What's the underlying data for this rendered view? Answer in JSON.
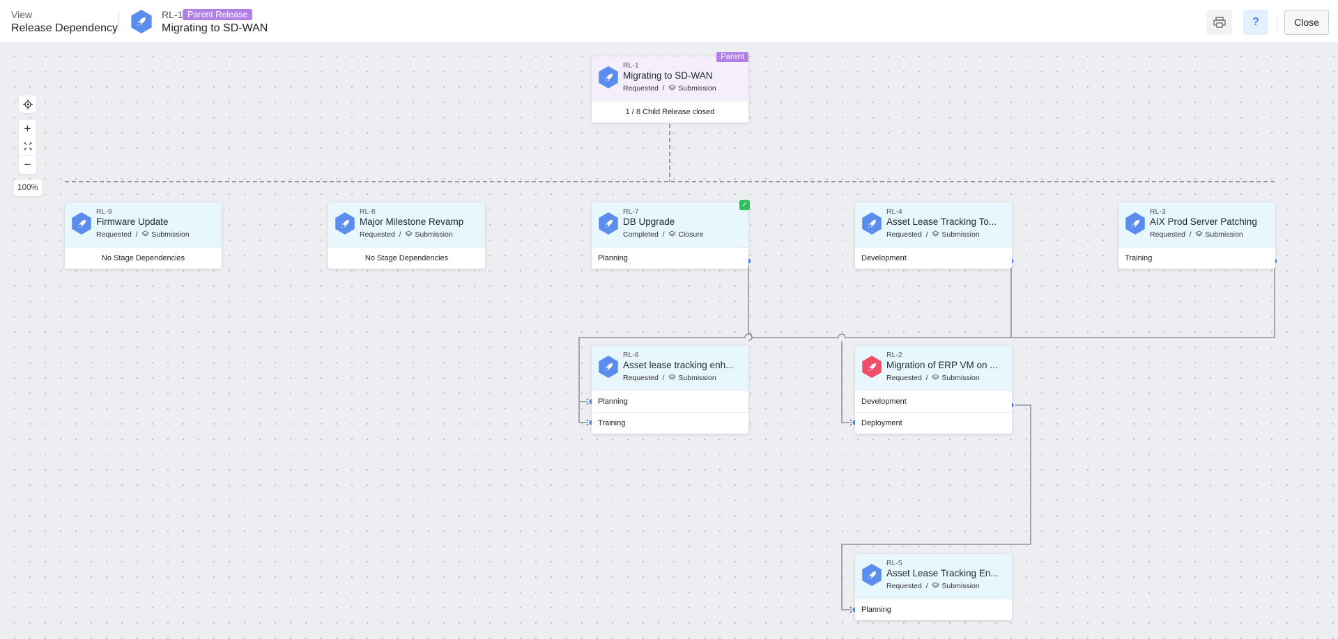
{
  "header": {
    "view_label": "View",
    "title": "Release Dependency",
    "release_id": "RL-1",
    "badge": "Parent Release",
    "release_name": "Migrating to SD-WAN",
    "help_label": "?",
    "close_label": "Close",
    "icon_color": "#5b8def",
    "badge_color": "#b27ee8"
  },
  "controls": {
    "zoom_level": "100%",
    "plus": "+",
    "minus": "−"
  },
  "parent": {
    "id": "RL-1",
    "badge": "Parent",
    "name": "Migrating to SD-WAN",
    "status": "Requested",
    "sep": "/",
    "stage": "Submission",
    "summary": "1 / 8 Child Release closed"
  },
  "children": [
    {
      "id": "RL-9",
      "name": "Firmware Update",
      "status": "Requested",
      "sep": "/",
      "stage": "Submission",
      "stages": [
        "No Stage Dependencies"
      ],
      "icon_color": "#5b8def"
    },
    {
      "id": "RL-8",
      "name": "Major Milestone Revamp",
      "status": "Requested",
      "sep": "/",
      "stage": "Submission",
      "stages": [
        "No Stage Dependencies"
      ],
      "icon_color": "#5b8def"
    },
    {
      "id": "RL-7",
      "name": "DB Upgrade",
      "status": "Completed",
      "sep": "/",
      "stage": "Closure",
      "stages": [
        "Planning"
      ],
      "icon_color": "#5b8def",
      "completed": true
    },
    {
      "id": "RL-4",
      "name": "Asset Lease Tracking To...",
      "status": "Requested",
      "sep": "/",
      "stage": "Submission",
      "stages": [
        "Development"
      ],
      "icon_color": "#5b8def"
    },
    {
      "id": "RL-3",
      "name": "AIX Prod Server Patching",
      "status": "Requested",
      "sep": "/",
      "stage": "Submission",
      "stages": [
        "Training"
      ],
      "icon_color": "#5b8def"
    },
    {
      "id": "RL-6",
      "name": "Asset lease tracking enh...",
      "status": "Requested",
      "sep": "/",
      "stage": "Submission",
      "stages": [
        "Planning",
        "Training"
      ],
      "icon_color": "#5b8def"
    },
    {
      "id": "RL-2",
      "name": "Migration of ERP VM on ...",
      "status": "Requested",
      "sep": "/",
      "stage": "Submission",
      "stages": [
        "Development",
        "Deployment"
      ],
      "icon_color": "#ef4f6b"
    },
    {
      "id": "RL-5",
      "name": "Asset Lease Tracking En...",
      "status": "Requested",
      "sep": "/",
      "stage": "Submission",
      "stages": [
        "Planning"
      ],
      "icon_color": "#5b8def"
    }
  ]
}
